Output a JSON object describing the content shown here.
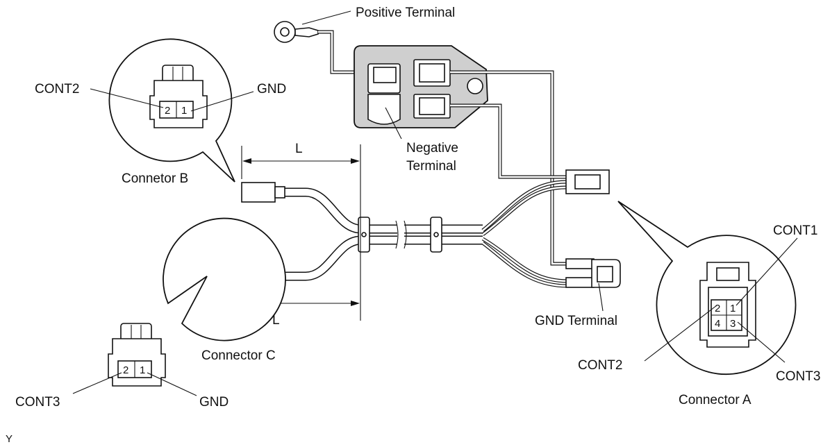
{
  "labels": {
    "positive_terminal": "Positive Terminal",
    "negative_terminal_line1": "Negative",
    "negative_terminal_line2": "Terminal",
    "gnd_terminal": "GND Terminal",
    "connector_a": "Connector A",
    "connector_b": "Connetor B",
    "connector_c": "Connector C",
    "dimension_l_top": "L",
    "dimension_l_bottom": "L",
    "figure_code": "Y"
  },
  "connector_b": {
    "pin_left_label": "CONT2",
    "pin_right_label": "GND",
    "pins": [
      "2",
      "1"
    ]
  },
  "connector_c": {
    "pin_left_label": "CONT3",
    "pin_right_label": "GND",
    "pins": [
      "2",
      "1"
    ]
  },
  "connector_a": {
    "pins": [
      "2",
      "1",
      "4",
      "3"
    ],
    "labels": {
      "cont1": "CONT1",
      "cont2": "CONT2",
      "cont3": "CONT3"
    }
  }
}
